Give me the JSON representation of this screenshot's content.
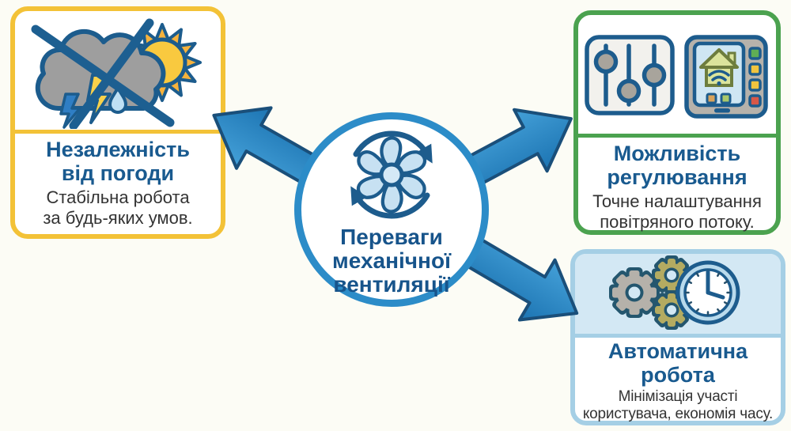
{
  "canvas": {
    "background_color": "#fcfcf5",
    "arrow_color": "#1c74b2",
    "title_color": "#195a8f"
  },
  "center": {
    "title": "Переваги\nмеханічної\nвентиляції",
    "icon": "rotating-fan-icon",
    "ring_color": "#2c8cc8"
  },
  "boxes": {
    "weather": {
      "title": "Незалежність\nвід погоди",
      "subtitle": "Стабільна робота\nза будь-яких умов.",
      "accent_color": "#f3c237",
      "icon": "crossed-out-weather-icon"
    },
    "regulation": {
      "title": "Можливість\nрегулювання",
      "subtitle": "Точне налаштування\nповітряного потоку.",
      "accent_color": "#4ba24f",
      "icon": "sliders-and-smart-panel-icon"
    },
    "automation": {
      "title": "Автоматична\nробота",
      "subtitle": "Мінімізація участі\nкористувача, економія часу.",
      "accent_color": "#a5cfe5",
      "icon": "gears-and-clock-icon"
    }
  }
}
